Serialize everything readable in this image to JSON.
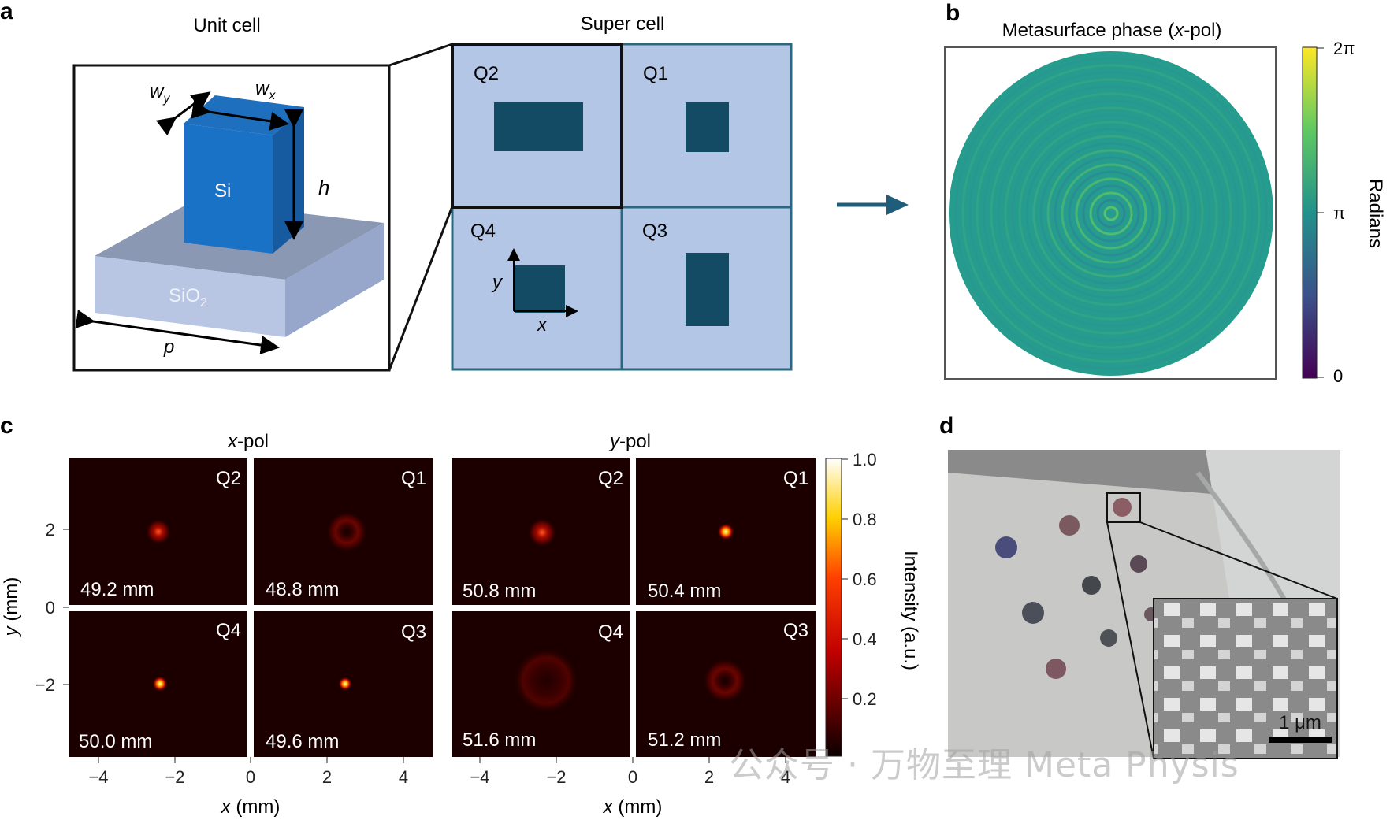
{
  "panels": {
    "a": {
      "letter": "a",
      "unit_cell_title": "Unit cell",
      "super_cell_title": "Super cell",
      "labels": {
        "wy": "w",
        "wy_sub": "y",
        "wx": "w",
        "wx_sub": "x",
        "h": "h",
        "si": "Si",
        "sio2": "SiO",
        "sio2_sub": "2",
        "p": "p"
      },
      "quadrants": [
        "Q2",
        "Q1",
        "Q4",
        "Q3"
      ],
      "axis_x": "x",
      "axis_y": "y"
    },
    "b": {
      "letter": "b",
      "title_pre": "Metasurface phase (",
      "title_italic": "x",
      "title_post": "-pol)",
      "colorbar_label": "Radians",
      "colorbar_ticks": [
        "2π",
        "π",
        "0"
      ]
    },
    "c": {
      "letter": "c",
      "groups": [
        {
          "title_italic": "x",
          "title_post": "-pol",
          "cells": [
            {
              "quadrant": "Q2",
              "focal": "49.2 mm"
            },
            {
              "quadrant": "Q1",
              "focal": "48.8 mm"
            },
            {
              "quadrant": "Q4",
              "focal": "50.0 mm"
            },
            {
              "quadrant": "Q3",
              "focal": "49.6 mm"
            }
          ]
        },
        {
          "title_italic": "y",
          "title_post": "-pol",
          "cells": [
            {
              "quadrant": "Q2",
              "focal": "50.8 mm"
            },
            {
              "quadrant": "Q1",
              "focal": "50.4 mm"
            },
            {
              "quadrant": "Q4",
              "focal": "51.6 mm"
            },
            {
              "quadrant": "Q3",
              "focal": "51.2 mm"
            }
          ]
        }
      ],
      "y_axis_label_italic": "y",
      "y_axis_label_post": " (mm)",
      "x_axis_label_italic": "x",
      "x_axis_label_post": " (mm)",
      "y_ticks": [
        "2",
        "0",
        "−2"
      ],
      "x_ticks": [
        "−4",
        "−2",
        "0",
        "2",
        "4"
      ],
      "colorbar_label": "Intensity (a.u.)",
      "colorbar_ticks": [
        "1.0",
        "0.8",
        "0.6",
        "0.4",
        "0.2"
      ]
    },
    "d": {
      "letter": "d",
      "scale_bar_label": "1 μm"
    }
  },
  "watermark": "公众号 · 万物至理 Meta Physis"
}
